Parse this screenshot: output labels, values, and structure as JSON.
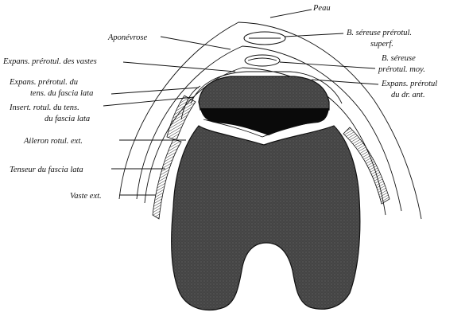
{
  "labels": {
    "peau": "Peau",
    "aponevrose": "Aponévrose",
    "expans_prerotul_vastes": "Expans. prérotul. des vastes",
    "expans_prerotul_tens_l1": "Expans. prérotul. du",
    "expans_prerotul_tens_l2": "tens. du fascia lata",
    "insert_rotul_l1": "Insert. rotul. du tens.",
    "insert_rotul_l2": "du fascia lata",
    "aileron": "Aileron rotul. ext.",
    "tenseur": "Tenseur du fascia lata",
    "vaste_ext": "Vaste ext.",
    "b_sereuse_superf_l1": "B. séreuse prérotul.",
    "b_sereuse_superf_l2": "superf.",
    "b_sereuse_moy_l1": "B. séreuse",
    "b_sereuse_moy_l2": "prérotul. moy.",
    "expans_dr_ant_l1": "Expans. prérotul",
    "expans_dr_ant_l2": "du dr. ant."
  },
  "colors": {
    "bone": "#4a4a4a",
    "cartilage": "#0a0a0a",
    "ink": "#111111",
    "paper": "#ffffff"
  }
}
